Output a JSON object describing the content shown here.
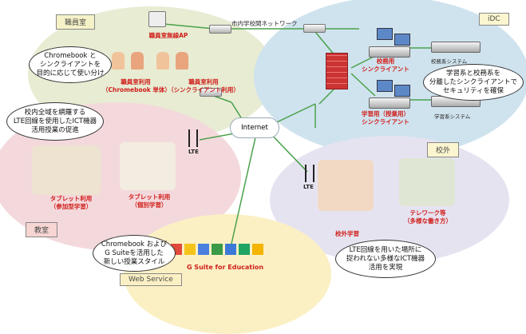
{
  "zones": {
    "staff_room": "職員室",
    "idc": "iDC",
    "outside": "校外",
    "classroom": "教室",
    "web_service": "Web Service"
  },
  "network": {
    "city_network": "市内学校間ネットワーク",
    "internet": "Internet",
    "lte_classroom": "LTE",
    "lte_outside": "LTE"
  },
  "staff": {
    "wireless_ap": "職員室無線AP",
    "use_chromebook": "職員室利用",
    "use_chromebook_sub": "（Chromebook 単体）",
    "use_thin": "職員室利用",
    "use_thin_sub": "（シンクライアント利用）",
    "bubble": "Chromebook と\nシンクライアントを\n目的に応じて使い分け"
  },
  "idc": {
    "admin_thin": "校務用\nシンクライアント",
    "admin_system": "校務系システム",
    "learn_thin": "学習用（授業用）\nシンクライアント",
    "learn_system": "学習系システム",
    "bubble": "学習系と校務系を\n分離したシンクライアントで\nセキュリティを確保"
  },
  "classroom": {
    "bubble": "校内全域を網羅する\nLTE回線を使用したICT機器\n活用授業の促進",
    "tablet_group": "タブレット利用",
    "tablet_group_sub": "（参加型学習）",
    "tablet_individual": "タブレット利用",
    "tablet_individual_sub": "（個別学習）"
  },
  "outside": {
    "field_study": "校外学習",
    "telework": "テレワーク等",
    "telework_sub": "（多様な働き方）",
    "bubble": "LTE回線を用いた場所に\n捉われない多様なICT機器\n活用を実現"
  },
  "web": {
    "gsuite": "G Suite for Education",
    "bubble": "Chromebook および\nG Suiteを活用した\n新しい授業スタイル"
  },
  "colors": {
    "staff_zone": "#e7ecd3",
    "idc_zone": "#cfe3ee",
    "classroom_zone": "#f4d9dc",
    "outside_zone": "#e6e3f1",
    "web_zone": "#fbf0c4",
    "red_text": "#d0201c"
  }
}
